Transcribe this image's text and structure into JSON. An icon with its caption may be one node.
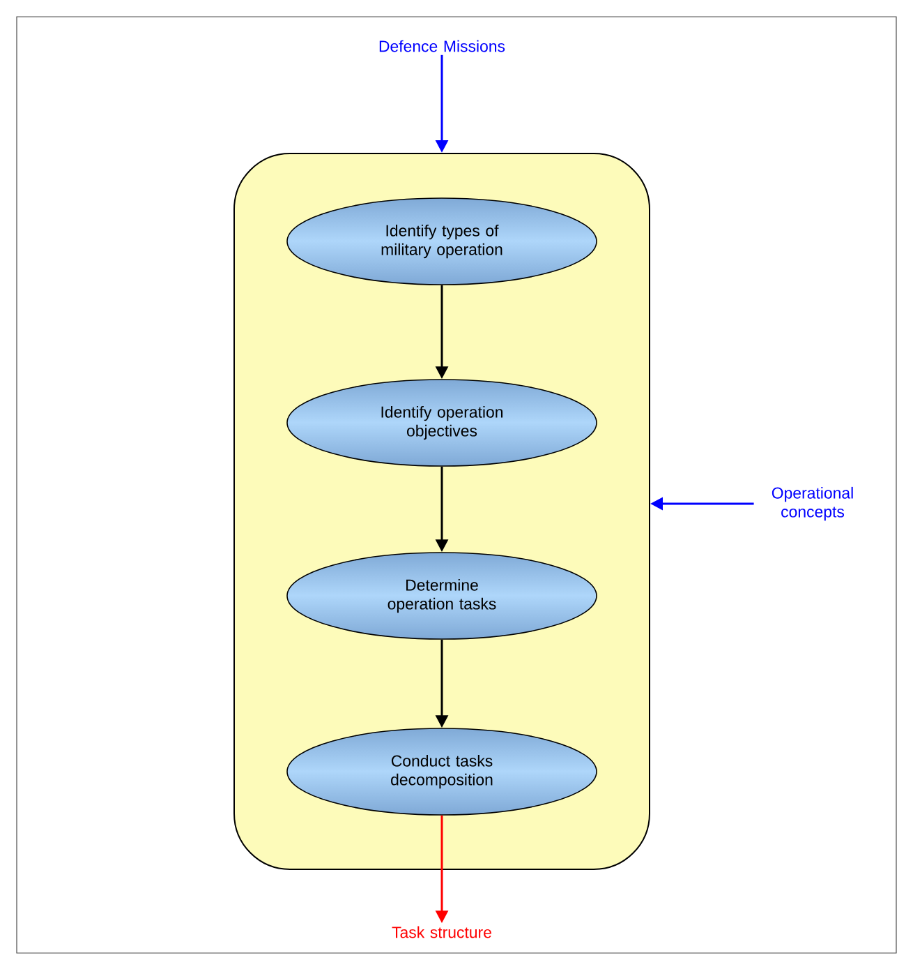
{
  "diagram": {
    "nodes": [
      {
        "text": [
          "Defence Missions"
        ]
      },
      {
        "text": [],
        "shape": "box"
      },
      {
        "text": [
          "Identify types of military operation"
        ],
        "in": 1
      },
      {
        "text": [
          "Identify operation objectives"
        ],
        "in": 1
      },
      {
        "text": [
          "Determine operation tasks"
        ],
        "in": 1
      },
      {
        "text": [
          "Conduct tasks decomposition"
        ],
        "in": 1
      },
      {
        "text": [
          "Operational concepts"
        ]
      },
      {
        "text": [
          "Task structure"
        ]
      }
    ],
    "edges": [
      {
        "from": 0,
        "to": 1,
        "arrow": "to",
        "color": "#0000ff"
      },
      {
        "from": 2,
        "to": 3,
        "arrow": "to"
      },
      {
        "from": 3,
        "to": 4,
        "arrow": "to"
      },
      {
        "from": 4,
        "to": 5,
        "arrow": "to"
      },
      {
        "from": 6,
        "to": 1,
        "arrow": "to",
        "color": "#0000ff"
      },
      {
        "from": 5,
        "to": 7,
        "arrow": "to",
        "color": "#ff0000"
      }
    ]
  }
}
